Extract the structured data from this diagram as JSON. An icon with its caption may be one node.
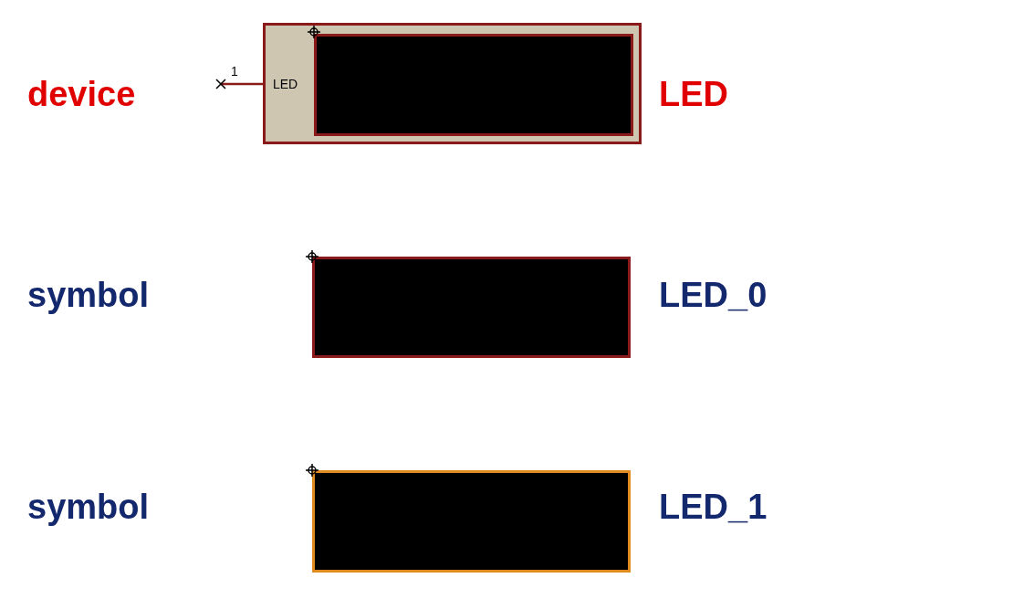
{
  "diagram": {
    "nodes": [
      {
        "text": [
          "LED"
        ],
        "beside": [
          "LED"
        ]
      },
      {
        "text": [],
        "shape": "box",
        "in": 0
      },
      {
        "text": [],
        "shape": "box",
        "beside": [
          "LED_0"
        ]
      },
      {
        "text": [],
        "shape": "box",
        "beside": [
          "LED_1"
        ]
      }
    ],
    "labels": [
      "1",
      "device",
      "symbol",
      "symbol"
    ]
  }
}
